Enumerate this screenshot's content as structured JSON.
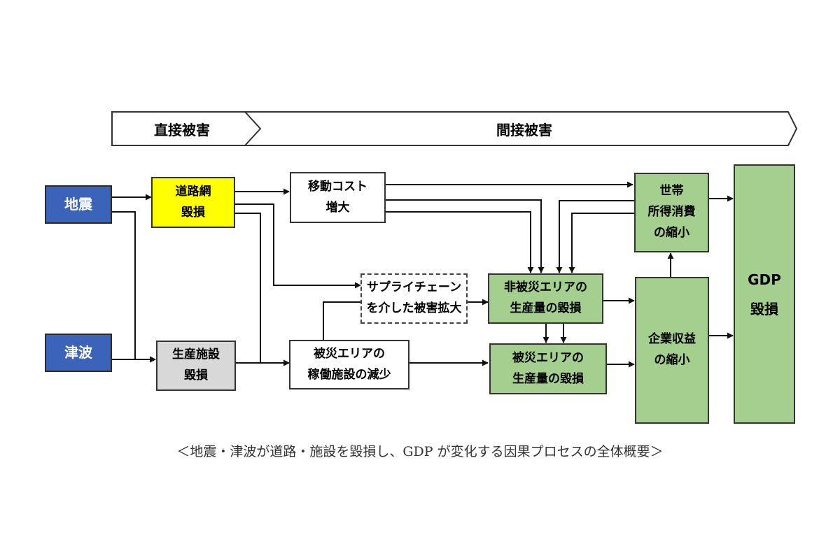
{
  "banner": {
    "direct_label": "直接被害",
    "indirect_label": "間接被害"
  },
  "nodes": {
    "earthquake": "地震",
    "tsunami": "津波",
    "road_damage": "道路網\n毀損",
    "facility_damage": "生産施設\n毀損",
    "travel_cost": "移動コスト\n増大",
    "supply_chain": "サプライチェーン\nを介した被害拡大",
    "operating_facilities": "被災エリアの\n稼働施設の減少",
    "non_disaster_production": "非被災エリアの\n生産量の毀損",
    "disaster_production": "被災エリアの\n生産量の毀損",
    "household_consumption": "世帯\n所得消費\nの縮小",
    "corporate_profit": "企業収益\nの縮小",
    "gdp": "GDP\n毀損"
  },
  "colors": {
    "blue": "#3b63b9",
    "yellow": "#ffff00",
    "gray": "#d8d8d8",
    "green": "#a5cf8e"
  },
  "caption": "＜地震・津波が道路・施設を毀損し、GDP が変化する因果プロセスの全体概要＞"
}
